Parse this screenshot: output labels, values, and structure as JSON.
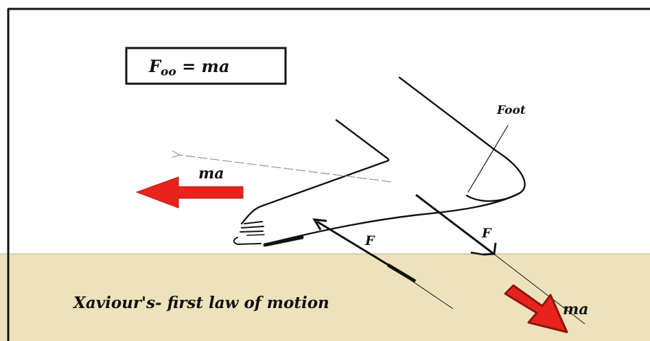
{
  "formula": {
    "main": "F",
    "subscript": "oo",
    "rhs": " = ma"
  },
  "labels": {
    "foot": "Foot",
    "ma_top": "ma",
    "ma_bottom": "ma",
    "force_left": "F",
    "force_right": "F"
  },
  "caption": "Xaviour's- first law of motion",
  "colors": {
    "ground": "#ede2bb",
    "border": "#111111",
    "arrow_red": "#e8231c",
    "arrow_red_dark": "#8e1410",
    "ink": "#111111"
  },
  "icons": {
    "foot": "foot-outline-icon",
    "ma_arrow_left": "red-arrow-left-icon",
    "ma_arrow_down_right": "red-arrow-down-right-icon"
  }
}
